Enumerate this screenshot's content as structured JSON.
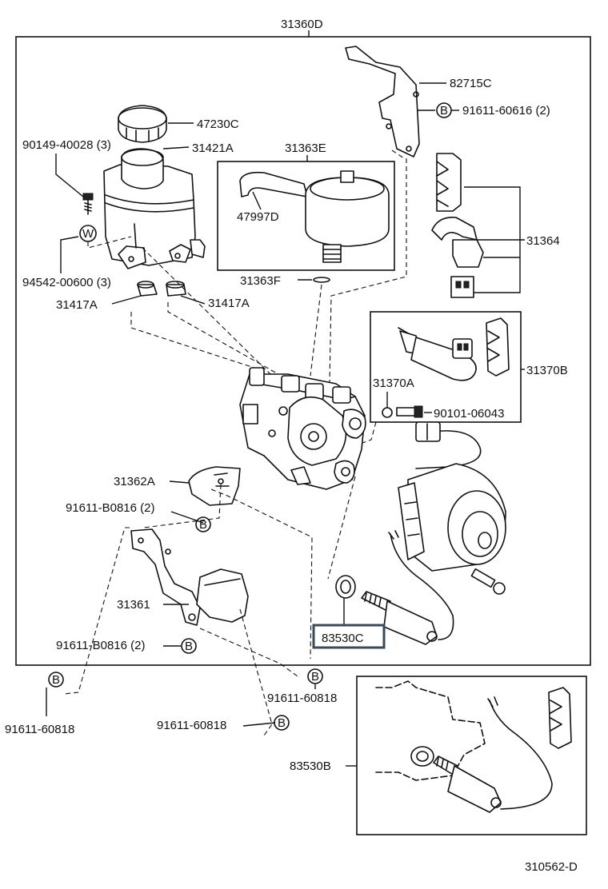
{
  "labels": {
    "assembly": "31360D",
    "bracket": "82715C",
    "bolt_bracket": "91611-60616 (2)",
    "cap": "47230C",
    "reservoir": "31421A",
    "accumulator_kit": "31363E",
    "bolt_res": "90149-40028 (3)",
    "band": "47997D",
    "clip_set": "31364",
    "washer_res": "94542-00600 (3)",
    "oring": "31363F",
    "grommet_l": "31417A",
    "grommet_r": "31417A",
    "sensor_kit": "31370B",
    "sensor": "31370A",
    "bolt_sensor": "90101-06043",
    "plate": "31362A",
    "bolt_plate": "91611-B0816 (2)",
    "bracket_lower": "31361",
    "bolt_lower": "91611-B0816 (2)",
    "switch_highlight": "83530C",
    "bolt_left": "91611-60818",
    "bolt_mid": "91611-60818",
    "bolt_mid2": "91611-60818",
    "switch_alt": "83530B",
    "diagram_id": "310562-D"
  },
  "symbols": {
    "b": "B",
    "w": "W"
  }
}
